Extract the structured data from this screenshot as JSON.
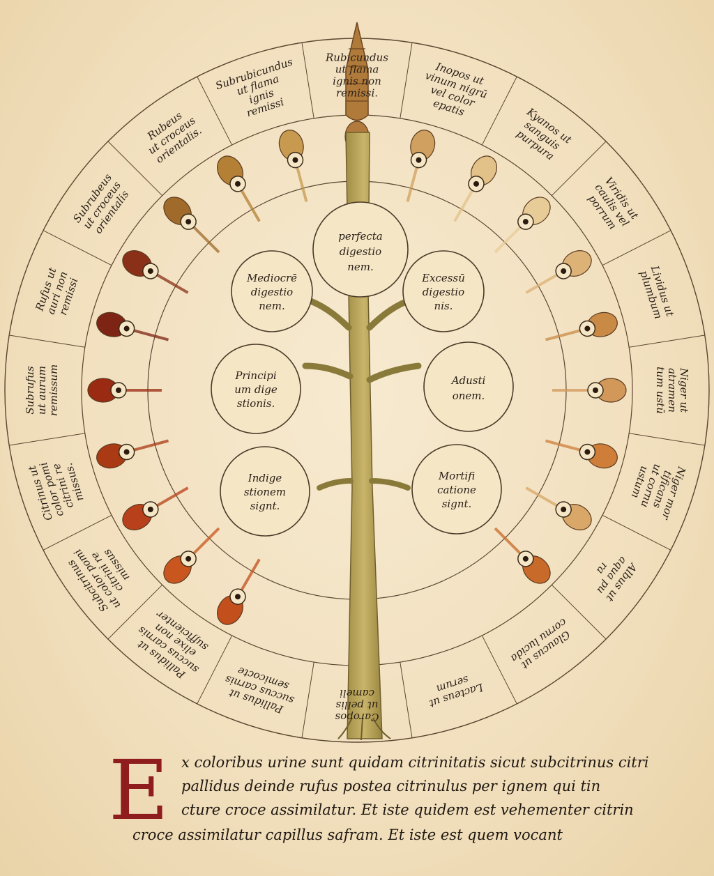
{
  "diagram": {
    "colors": {
      "ink": "#2a2018",
      "parchment": "#f3e2c0",
      "trunk": "#b9a35a",
      "trunk_dark": "#8a7a3a",
      "rubric_red": "#8f1d1d"
    },
    "inner_circles": [
      {
        "lines": [
          "perfecta",
          "digestio",
          "nem."
        ]
      },
      {
        "lines": [
          "Mediocrē",
          "digestio",
          "nem."
        ]
      },
      {
        "lines": [
          "Excessū",
          "digestio",
          "nis."
        ]
      },
      {
        "lines": [
          "Principi",
          "um dige",
          "stionis."
        ]
      },
      {
        "lines": [
          "Adusti",
          "onem."
        ]
      },
      {
        "lines": [
          "Indige",
          "stionem",
          "signt."
        ]
      },
      {
        "lines": [
          "Mortifi",
          "catione",
          "signt."
        ]
      }
    ],
    "ring_labels": [
      {
        "lines": [
          "Rufus ut",
          "auri non",
          "remissi"
        ]
      },
      {
        "lines": [
          "Subrubeus",
          "ut croceus",
          "orientalis"
        ]
      },
      {
        "lines": [
          "Rubeus",
          "ut croceus",
          "orientalis."
        ]
      },
      {
        "lines": [
          "Subrubicundus",
          "ut flama",
          "ignis",
          "remissi"
        ]
      },
      {
        "lines": [
          "Rubicundus",
          "ut flama",
          "ignis non",
          "remissi."
        ]
      },
      {
        "lines": [
          "Inopos ut",
          "vinum nigrū",
          "vel color",
          "epatis"
        ]
      },
      {
        "lines": [
          "Kyanos ut",
          "sanguis",
          "purpura"
        ]
      },
      {
        "lines": [
          "Viridis ut",
          "caulis vel",
          "porrum"
        ]
      },
      {
        "lines": [
          "Lividus ut",
          "plumbum"
        ]
      },
      {
        "lines": [
          "Niger ut",
          "atramen",
          "tum ustū"
        ]
      },
      {
        "lines": [
          "Niger mor",
          "tificans",
          "ut cornu",
          "ustum"
        ]
      },
      {
        "lines": [
          "Albus ut",
          "aqua pu",
          "ra"
        ]
      },
      {
        "lines": [
          "Glaucus ut",
          "cornu lucida"
        ]
      },
      {
        "lines": [
          "Lacteus ut",
          "serum"
        ]
      },
      {
        "lines": [
          "Caropos",
          "ut pellis",
          "cameli"
        ]
      },
      {
        "lines": [
          "Pallidus ut",
          "succus carnis",
          "semicocte"
        ]
      },
      {
        "lines": [
          "Pallidus ut",
          "succus carnis",
          "elixe non",
          "sufficienter"
        ]
      },
      {
        "lines": [
          "Subcitrinus",
          "ut color pomi",
          "citrini re",
          "missus"
        ]
      },
      {
        "lines": [
          "Citrinus ut",
          "color pomi",
          "citrini re",
          "missus."
        ]
      },
      {
        "lines": [
          "Subrufus",
          "ut aurum",
          "remissum"
        ]
      }
    ]
  },
  "text_block": {
    "initial": "E",
    "lines": [
      "x coloribus urine sunt quidam citrinitatis sicut subcitrinus citri",
      "pallidus deinde rufus postea citrinulus per ignem qui tin",
      "cture croce assimilatur. Et iste quidem est vehementer citrin",
      "croce assimilatur capillus safram. Et iste est quem vocant"
    ]
  }
}
